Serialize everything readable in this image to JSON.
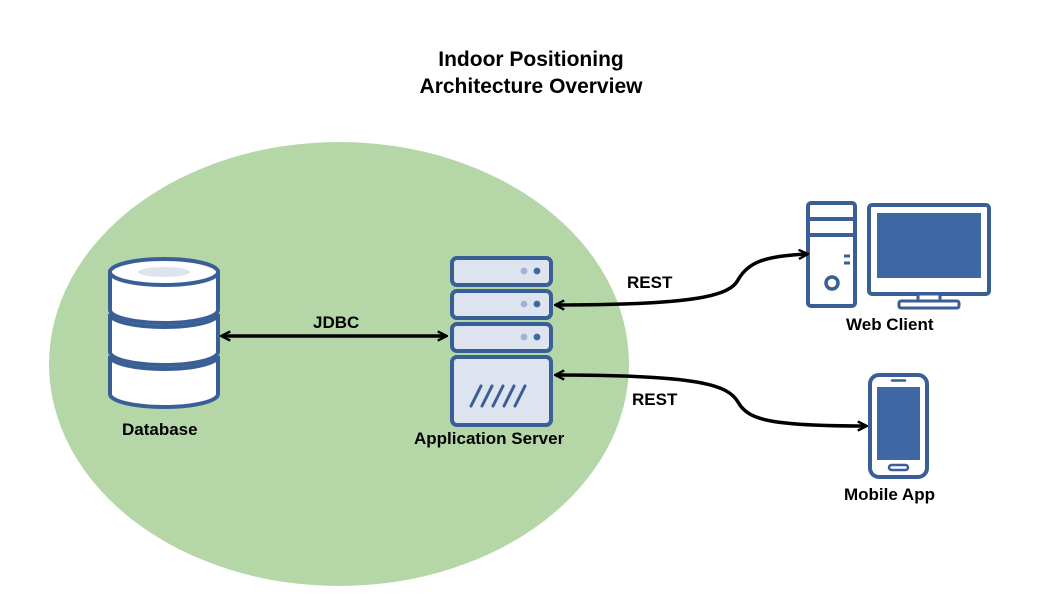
{
  "title": {
    "line1": "Indoor Positioning",
    "line2": "Architecture Overview"
  },
  "nodes": {
    "database": "Database",
    "app_server": "Application Server",
    "web_client": "Web Client",
    "mobile_app": "Mobile App"
  },
  "edges": {
    "jdbc": "JDBC",
    "rest_web": "REST",
    "rest_mobile": "REST"
  },
  "colors": {
    "cluster_fill": "#b5d7a8",
    "icon_stroke": "#3a5f96",
    "icon_light": "#dde4f0",
    "icon_dark": "#3e68a3",
    "arrow": "#000000"
  },
  "icons": [
    "database-icon",
    "server-icon",
    "desktop-computer-icon",
    "smartphone-icon"
  ]
}
